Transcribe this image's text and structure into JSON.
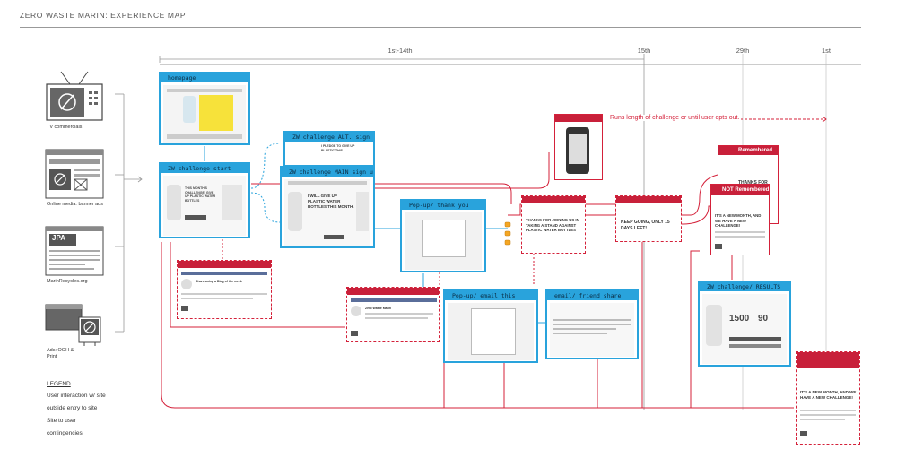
{
  "title": "ZERO WASTE MARIN: EXPERIENCE MAP",
  "timeline": {
    "labels": [
      "1st-14th",
      "15th",
      "29th",
      "1st"
    ]
  },
  "channels": [
    {
      "label": "TV commercials",
      "icon": "tv-icon"
    },
    {
      "label": "Online media: banner ads",
      "icon": "banner-ad-icon"
    },
    {
      "label": "MarinRecycles.org",
      "icon": "website-icon"
    },
    {
      "label": "Ads: OOH & Print",
      "icon": "billboard-icon"
    }
  ],
  "channel_logo_text": "JPA",
  "legend": {
    "heading": "LEGEND",
    "items": [
      "User interaction w/ site",
      "outside entry to site",
      "Site to user",
      "contingencies"
    ]
  },
  "screens": {
    "homepage": "homepage",
    "challenge_start": "ZW challenge start",
    "challenge_alt_signup": "ZW challenge ALT. sign up",
    "challenge_main_signup": "ZW challenge MAIN sign up",
    "popup_thank_you": "Pop-up/ thank you",
    "popup_email": "Pop-up/ email this",
    "email_friend": "email/ friend share",
    "results": "ZW challenge/ RESULTS"
  },
  "red_labels": {
    "remembered": "Remembered",
    "not_remembered": "NOT Remembered"
  },
  "annotation": "Runs length of challenge or until user opts out.",
  "screen_text": {
    "thanks_joining": "THANKS FOR JOINING US IN TAKING A STAND AGAINST PLASTIC WATER BOTTLES",
    "keep_going": "KEEP GOING, ONLY 15 DAYS LEFT!",
    "new_month": "IT'S A NEW MONTH, AND WE HAVE A NEW CHALLENGE!",
    "new_month_2": "IT'S A NEW MONTH, AND WE HAVE A NEW CHALLENGE!",
    "thanks_for": "THANKS FOR",
    "pledge": "I WILL GIVE UP PLASTIC WATER BOTTLES THIS MONTH.",
    "pledge_small": "I PLEDGE TO GIVE UP PLASTIC THIS",
    "challenge_intro": "THIS MONTH'S CHALLENGE: GIVE UP PLASTIC WATER BOTTLES",
    "fb_post_title": "Share using a Blog of the week",
    "fb_post_title_2": "Zero Waste Marin",
    "results_numbers": "1500",
    "results_numbers_2": "90"
  },
  "colors": {
    "blue": "#29a3dc",
    "red": "#d4213a",
    "gray": "#888888"
  }
}
